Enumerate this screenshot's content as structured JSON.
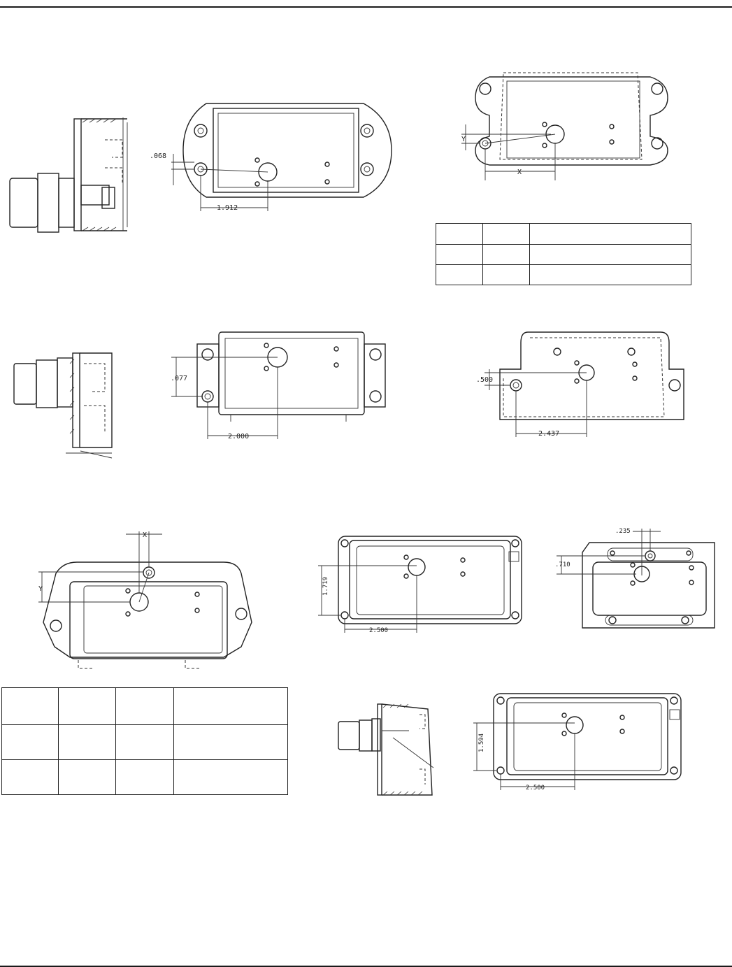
{
  "dimensions": {
    "d1_vertical": ".068",
    "d1_horizontal": "1.912",
    "d2_y": "Y",
    "d2_x": "X",
    "d3_vertical": ".077",
    "d3_horizontal": "2.000",
    "d4_vertical": ".500",
    "d4_horizontal": "2.437",
    "d5_x": "X",
    "d5_y": "Y",
    "d6_vertical": "1.719",
    "d6_horizontal": "2.500",
    "d7_horizontal": ".235",
    "d7_vertical": ".710",
    "d8_vertical": "1.594",
    "d8_horizontal": "2.500"
  },
  "tables": {
    "table_top_right": {
      "rows": 3,
      "cols": 3
    },
    "table_bottom_left": {
      "rows": 3,
      "cols": 4
    }
  }
}
